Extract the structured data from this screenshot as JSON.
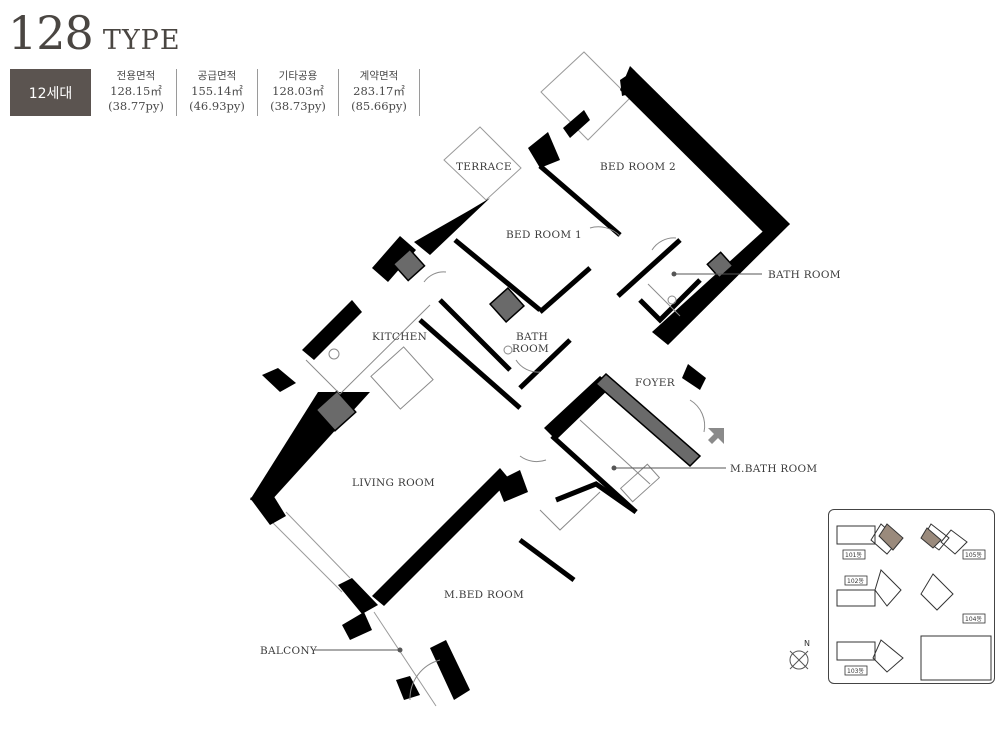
{
  "header": {
    "type_number": "128",
    "type_word": "TYPE",
    "units": "12세대"
  },
  "areas": [
    {
      "label": "전용면적",
      "m2": "128.15㎡",
      "py": "(38.77py)"
    },
    {
      "label": "공급면적",
      "m2": "155.14㎡",
      "py": "(46.93py)"
    },
    {
      "label": "기타공용",
      "m2": "128.03㎡",
      "py": "(38.73py)"
    },
    {
      "label": "계약면적",
      "m2": "283.17㎡",
      "py": "(85.66py)"
    }
  ],
  "rooms": {
    "terrace": "TERRACE",
    "bed_room_2": "BED ROOM 2",
    "bed_room_1": "BED ROOM 1",
    "bath_room": "BATH ROOM",
    "kitchen": "KITCHEN",
    "bath_line1": "BATH",
    "bath_line2": "ROOM",
    "foyer": "FOYER",
    "m_bath_room": "M.BATH ROOM",
    "living_room": "LIVING ROOM",
    "m_bed_room": "M.BED ROOM",
    "balcony": "BALCONY"
  },
  "key_plan": {
    "labels": [
      "102동",
      "103동",
      "101동",
      "104동",
      "105동"
    ],
    "north_label": "N"
  },
  "colors": {
    "wall": "#000000",
    "dark_gray": "#5b5450",
    "column_gray": "#6a6a6a",
    "highlight": "#9a8a7c",
    "arrow": "#8a8a8a"
  }
}
